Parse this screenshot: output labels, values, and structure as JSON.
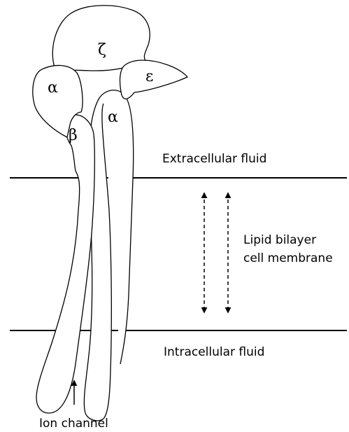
{
  "subunits": {
    "zeta": "ζ",
    "alpha_left": "α",
    "epsilon": "ε",
    "beta": "β",
    "alpha_right": "α"
  },
  "labels": {
    "extracellular": "Extracellular fluid",
    "lipid_line1": "Lipid bilayer",
    "lipid_line2": "cell membrane",
    "intracellular": "Intracellular fluid",
    "ion_channel": "Ion channel"
  }
}
